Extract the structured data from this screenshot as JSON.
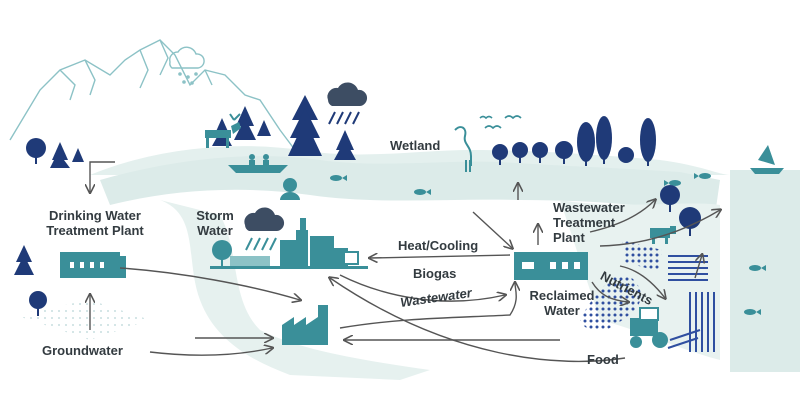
{
  "labels": {
    "wetland": "Wetland",
    "drinking_water_line1": "Drinking Water",
    "drinking_water_line2": "Treatment Plant",
    "storm_line1": "Storm",
    "storm_line2": "Water",
    "wastewater_plant_line1": "Wastewater",
    "wastewater_plant_line2": "Treatment",
    "wastewater_plant_line3": "Plant",
    "heat_cooling": "Heat/Cooling",
    "biogas": "Biogas",
    "wastewater": "Wastewater",
    "reclaimed_line1": "Reclaimed",
    "reclaimed_line2": "Water",
    "nutrients": "Nutrients",
    "groundwater": "Groundwater",
    "food": "Food"
  },
  "colors": {
    "water": "#dcebe9",
    "teal": "#3a8f99",
    "navy": "#1f3a78",
    "outline": "#8cc2c6",
    "arrow": "#555555",
    "text": "#333b40"
  }
}
